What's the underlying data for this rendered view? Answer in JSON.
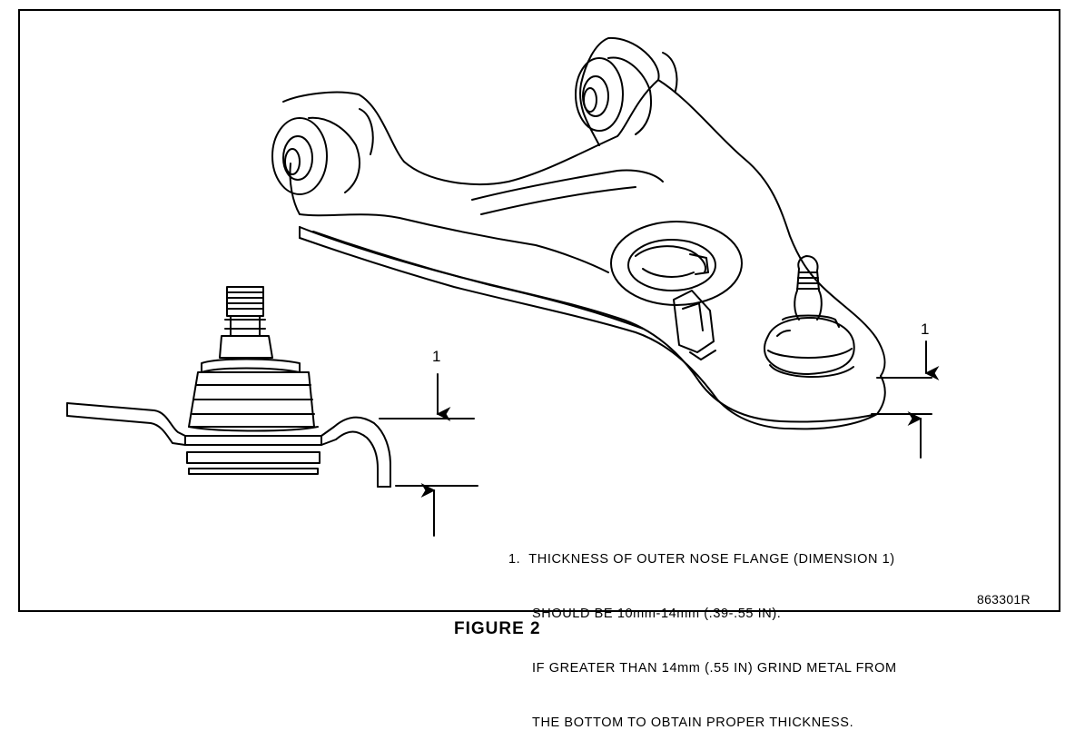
{
  "figure": {
    "caption": "FIGURE 2",
    "code": "863301R"
  },
  "callouts": {
    "left_number": "1",
    "right_number": "1"
  },
  "note": {
    "number": "1.",
    "lines": [
      "THICKNESS OF OUTER NOSE FLANGE (DIMENSION 1)",
      "SHOULD BE 10mm-14mm (.39-.55 IN).",
      "IF GREATER THAN 14mm (.55 IN) GRIND METAL FROM",
      "THE BOTTOM TO OBTAIN PROPER THICKNESS."
    ]
  }
}
